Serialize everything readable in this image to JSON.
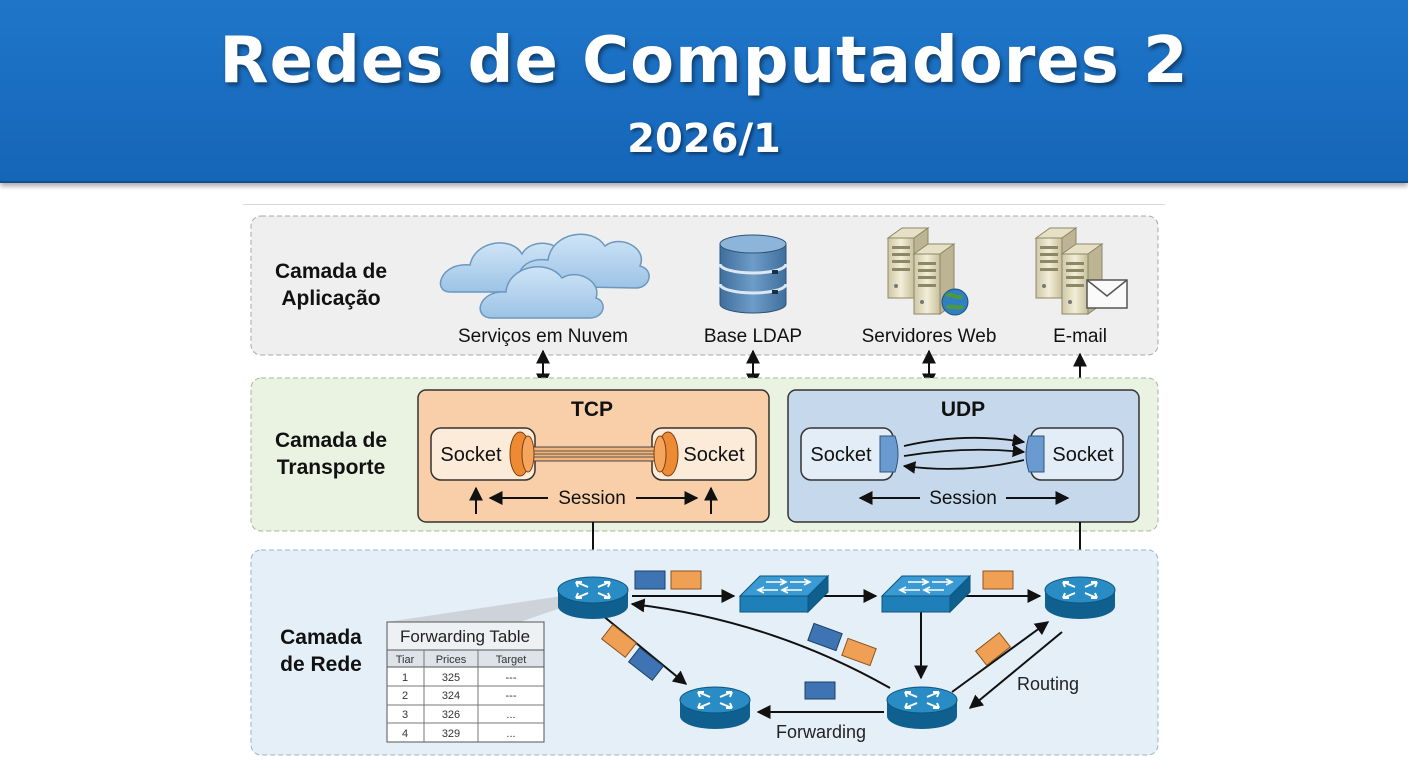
{
  "header": {
    "title": "Redes de Computadores 2",
    "subtitle": "2026/1"
  },
  "layers": {
    "application": {
      "label_line1": "Camada de",
      "label_line2": "Aplicação",
      "services": [
        "Serviços em Nuvem",
        "Base LDAP",
        "Servidores Web",
        "E-mail"
      ]
    },
    "transport": {
      "label_line1": "Camada de",
      "label_line2": "Transporte",
      "tcp": {
        "title": "TCP",
        "socket_left": "Socket",
        "socket_right": "Socket",
        "session": "Session"
      },
      "udp": {
        "title": "UDP",
        "socket_left": "Socket",
        "socket_right": "Socket",
        "session": "Session"
      }
    },
    "network": {
      "label_line1": "Camada",
      "label_line2": "de Rede",
      "forwarding_table": {
        "title": "Forwarding Table",
        "columns": [
          "Tiar",
          "Prices",
          "Target"
        ],
        "rows": [
          [
            "1",
            "325",
            "---"
          ],
          [
            "2",
            "324",
            "---"
          ],
          [
            "3",
            "326",
            "..."
          ],
          [
            "4",
            "329",
            "..."
          ]
        ]
      },
      "labels": {
        "forwarding": "Forwarding",
        "routing": "Routing"
      }
    }
  },
  "colors": {
    "banner": "#1565b8",
    "packet_blue": "#3e74b3",
    "packet_orange": "#f0a055",
    "tcp_fill": "#f9cfa9",
    "udp_fill": "#c6d9ec",
    "device": "#1f7fb8"
  }
}
